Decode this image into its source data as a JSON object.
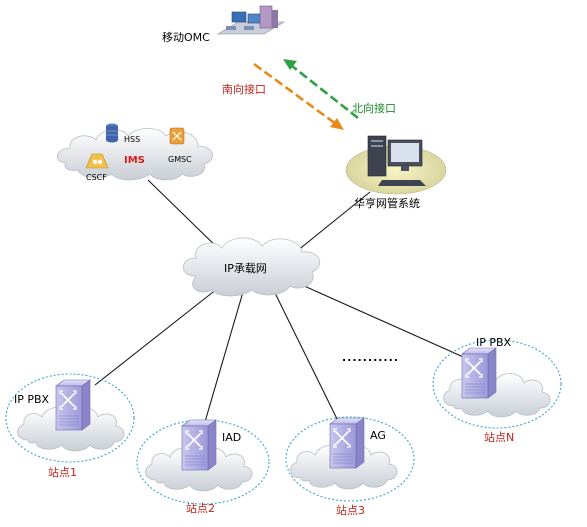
{
  "labels": {
    "omc": "移动OMC",
    "south": "南向接口",
    "north": "北向接口",
    "hss": "HSS",
    "gmsc": "GMSC",
    "ims": "IMS",
    "cscf": "CSCF",
    "nms": "华亨网管系统",
    "ipnet": "IP承载网",
    "ippbx_left": "IP PBX",
    "ippbx_right": "IP PBX",
    "iad": "IAD",
    "ag": "AG",
    "dots": "...........",
    "site1": "站点1",
    "site2": "站点2",
    "site3": "站点3",
    "siteN": "站点N"
  },
  "colors": {
    "south_arrow": "#e88a1a",
    "north_arrow": "#2ea043",
    "site_label": "#c0241c",
    "ims_label": "#d81b1b",
    "link": "#1a1a1a",
    "cloud": "#dfe3e8",
    "site_ellipse": "#3aa7c9",
    "router": "#b8b4e6"
  }
}
